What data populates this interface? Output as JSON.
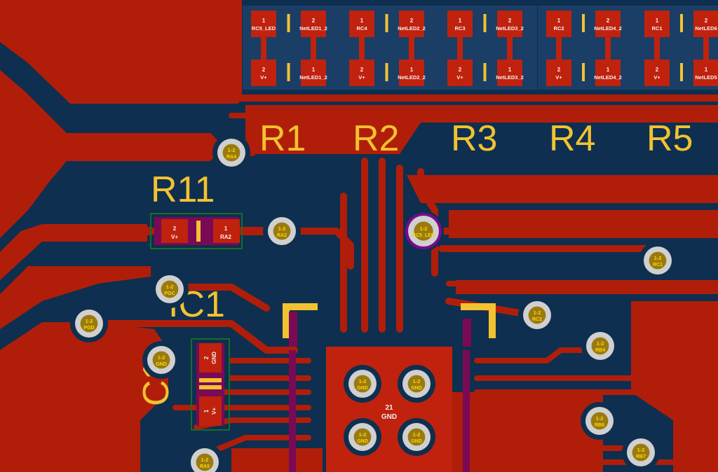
{
  "colors": {
    "background": "#0e2f4f",
    "copper": "#b01e0a",
    "copper_pad": "#c0220e",
    "silkscreen": "#f2c230",
    "via_ring": "#d0d0d0",
    "via_hole": "#9a7a10",
    "clearance": "#153b63",
    "keepout": "#b000b0"
  },
  "designators": {
    "r1": "R1",
    "r2": "R2",
    "r3": "R3",
    "r4": "R4",
    "r5": "R5",
    "r11": "R11",
    "ic1": "IC1",
    "c1": "C1"
  },
  "resistor_pads": {
    "top": [
      {
        "num": "1",
        "net": "RC5_LED"
      },
      {
        "num": "2",
        "net": "NetLED1_2"
      },
      {
        "num": "1",
        "net": "RC4"
      },
      {
        "num": "2",
        "net": "NetLED2_2"
      },
      {
        "num": "1",
        "net": "RC3"
      },
      {
        "num": "2",
        "net": "NetLED3_2"
      },
      {
        "num": "1",
        "net": "RC2"
      },
      {
        "num": "2",
        "net": "NetLED4_2"
      },
      {
        "num": "1",
        "net": "RC1"
      },
      {
        "num": "2",
        "net": "NetLED6"
      }
    ],
    "bottom": [
      {
        "num": "2",
        "net": "V+"
      },
      {
        "num": "1",
        "net": "NetLED1_2"
      },
      {
        "num": "2",
        "net": "V+"
      },
      {
        "num": "1",
        "net": "NetLED2_2"
      },
      {
        "num": "2",
        "net": "V+"
      },
      {
        "num": "1",
        "net": "NetLED3_2"
      },
      {
        "num": "2",
        "net": "V+"
      },
      {
        "num": "1",
        "net": "NetLED4_2"
      },
      {
        "num": "2",
        "net": "V+"
      },
      {
        "num": "1",
        "net": "NetLED5"
      }
    ]
  },
  "r11_pads": [
    {
      "num": "2",
      "net": "V+"
    },
    {
      "num": "1",
      "net": "RA2"
    }
  ],
  "c1_pads": [
    {
      "num": "2",
      "net": "GND"
    },
    {
      "num": "1",
      "net": "V+"
    }
  ],
  "ic1_center_pad": {
    "num": "21",
    "net": "GND"
  },
  "vias": [
    {
      "id": "via-ra4",
      "layer": "1-2",
      "net": "RA4"
    },
    {
      "id": "via-ra2",
      "layer": "1-2",
      "net": "RA2"
    },
    {
      "id": "via-rc5led",
      "layer": "1-2",
      "net": "RC5_LED"
    },
    {
      "id": "via-rc1",
      "layer": "1-2",
      "net": "RC1"
    },
    {
      "id": "via-pgc",
      "layer": "1-2",
      "net": "PGC"
    },
    {
      "id": "via-pgd",
      "layer": "1-2",
      "net": "PGD"
    },
    {
      "id": "via-gnd-c1",
      "layer": "1-2",
      "net": "GND"
    },
    {
      "id": "via-rc2",
      "layer": "1-2",
      "net": "RC2"
    },
    {
      "id": "via-rb4",
      "layer": "1-2",
      "net": "RB4"
    },
    {
      "id": "via-gnd-1",
      "layer": "1-2",
      "net": "GND"
    },
    {
      "id": "via-gnd-2",
      "layer": "1-2",
      "net": "GND"
    },
    {
      "id": "via-gnd-3",
      "layer": "1-2",
      "net": "GND"
    },
    {
      "id": "via-gnd-4",
      "layer": "1-2",
      "net": "GND"
    },
    {
      "id": "via-rb6",
      "layer": "1-2",
      "net": "RB6"
    },
    {
      "id": "via-rb7",
      "layer": "1-2",
      "net": "RB7"
    },
    {
      "id": "via-ra5",
      "layer": "1-2",
      "net": "RA5"
    }
  ]
}
